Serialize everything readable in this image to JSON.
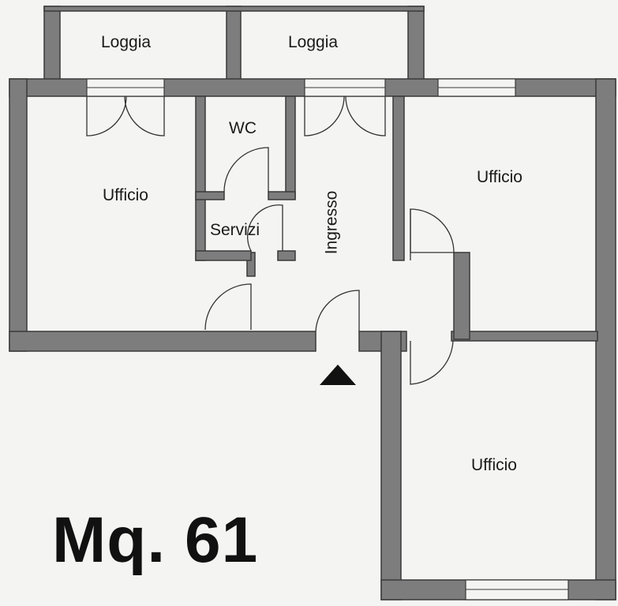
{
  "rooms": {
    "loggia_left": "Loggia",
    "loggia_right": "Loggia",
    "ufficio_left": "Ufficio",
    "wc": "WC",
    "servizi": "Servizi",
    "ingresso": "Ingresso",
    "ufficio_right_top": "Ufficio",
    "ufficio_right_bottom": "Ufficio"
  },
  "area": "Mq. 61",
  "icons": {
    "entrance": "entrance-arrow-icon"
  }
}
